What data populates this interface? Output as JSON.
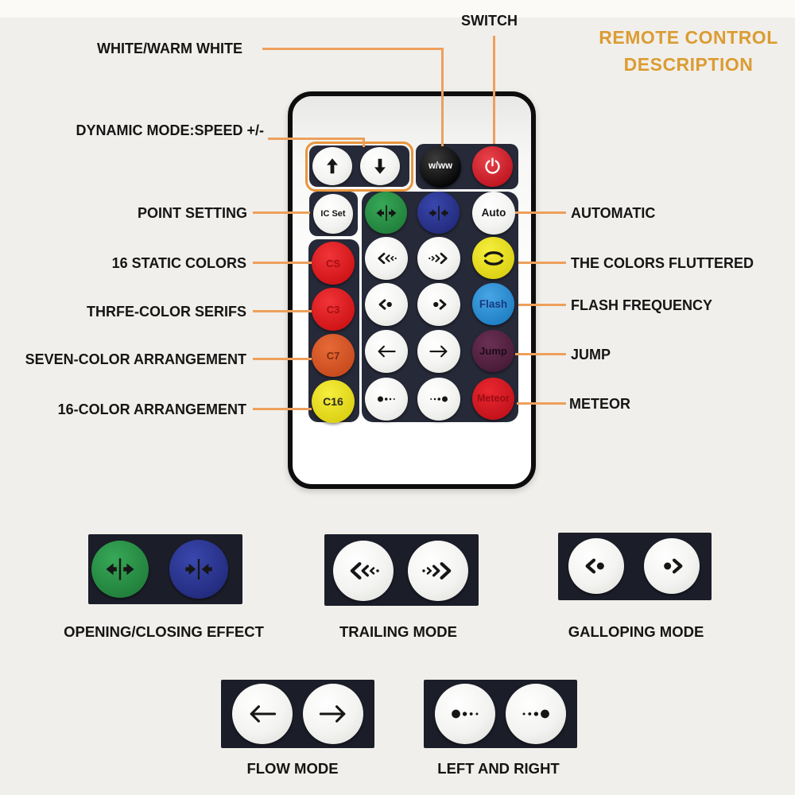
{
  "title": {
    "line1": "REMOTE CONTROL",
    "line2": "DESCRIPTION"
  },
  "callouts": {
    "switch": "SWITCH",
    "white_warm_white": "WHITE/WARM WHITE",
    "dynamic_mode": "DYNAMIC MODE:SPEED +/-",
    "point_setting": "POINT SETTING",
    "static_colors": "16 STATIC COLORS",
    "three_color_serifs": "THRFE-COLOR SERIFS",
    "seven_color": "SEVEN-COLOR ARRANGEMENT",
    "sixteen_color": "16-COLOR ARRANGEMENT",
    "automatic": "AUTOMATIC",
    "colors_fluttered": "THE COLORS FLUTTERED",
    "flash_frequency": "FLASH FREQUENCY",
    "jump": "JUMP",
    "meteor": "METEOR"
  },
  "remote": {
    "buttons": {
      "speed_up": {
        "icon": "arrow-up"
      },
      "speed_down": {
        "icon": "arrow-down"
      },
      "white_warm": {
        "label": "w/ww"
      },
      "power": {
        "icon": "power"
      },
      "ic_set": {
        "label": "IC Set"
      },
      "opening": {
        "icon": "open-arrows"
      },
      "closing": {
        "icon": "close-arrows"
      },
      "auto": {
        "label": "Auto"
      },
      "static_colors": {
        "label": "CS"
      },
      "trail_left": {
        "icon": "trail-left"
      },
      "trail_right": {
        "icon": "trail-right"
      },
      "fluttered": {
        "icon": "cycle-arrows"
      },
      "three_color": {
        "label": "C3"
      },
      "gallop_left": {
        "icon": "gallop-left"
      },
      "gallop_right": {
        "icon": "gallop-right"
      },
      "flash": {
        "label": "Flash"
      },
      "seven_color": {
        "label": "C7"
      },
      "flow_left": {
        "icon": "arrow-left"
      },
      "flow_right": {
        "icon": "arrow-right"
      },
      "jump": {
        "label": "Jump"
      },
      "sixteen_color": {
        "label": "C16"
      },
      "dots_left": {
        "icon": "dots-left"
      },
      "dots_right": {
        "icon": "dots-right"
      },
      "meteor": {
        "label": "Meteor"
      }
    }
  },
  "bottom_panels": [
    {
      "caption": "OPENING/CLOSING EFFECT"
    },
    {
      "caption": "TRAILING MODE"
    },
    {
      "caption": "GALLOPING MODE"
    },
    {
      "caption": "FLOW MODE"
    },
    {
      "caption": "LEFT AND RIGHT"
    }
  ],
  "colors": {
    "background": "#f1efeb",
    "accent_line": "#eda05c",
    "highlight_box": "#e8963e",
    "title": "#db9c33",
    "panel_dark": "#262938",
    "power_red": "#d5242e",
    "green": "#2b9549",
    "blue": "#2f3a99",
    "static_red": "#e12528",
    "orange": "#d9542b",
    "yellow": "#ecdf1e",
    "flash_blue": "#2e93d8",
    "jump_purple": "#5a2544",
    "meteor_red": "#dc1a26"
  }
}
